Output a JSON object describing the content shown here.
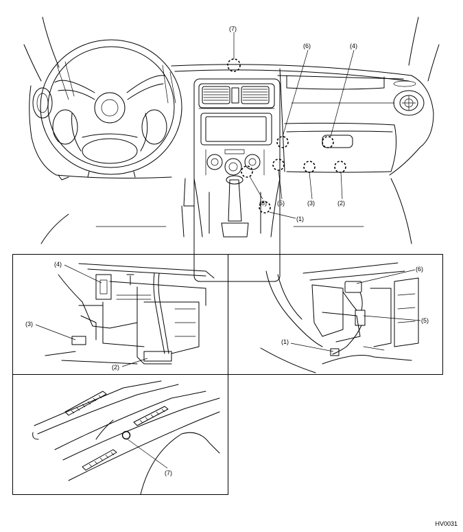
{
  "diagram_code": "HV0031",
  "overview_labels": {
    "l1": "(1)",
    "l2": "(2)",
    "l3": "(3)",
    "l4": "(4)",
    "l5": "(5)",
    "l6": "(6)",
    "l7": "(7)",
    "l8": "(8)"
  },
  "detail_left_labels": {
    "l1": "(4)",
    "l2": "(3)",
    "l3": "(2)"
  },
  "detail_right_labels": {
    "l1": "(6)",
    "l2": "(5)",
    "l3": "(1)"
  },
  "detail_bottom_labels": {
    "l1": "(7)"
  }
}
